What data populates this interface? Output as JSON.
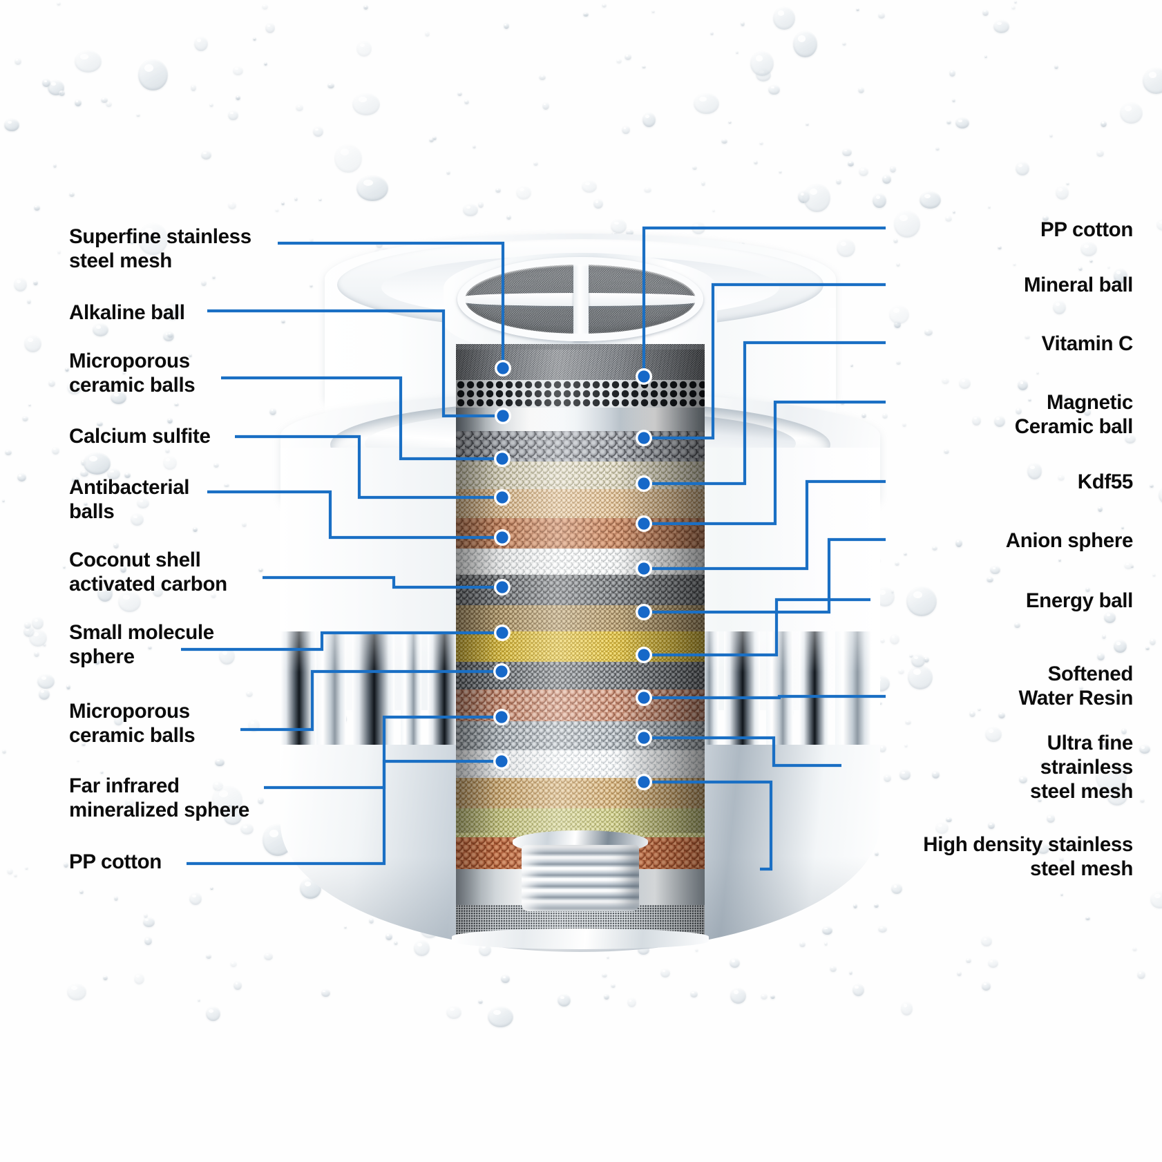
{
  "title": "Multi-stage shower filter cutaway diagram",
  "theme": {
    "leader_color": "#1a6fc4",
    "dot_color": "#1668c8",
    "text_color": "#0c0c0c",
    "background": "#ffffff"
  },
  "labels_left": [
    {
      "id": "superfine-stainless-steel-mesh",
      "text": "Superfine stainless\nsteel mesh"
    },
    {
      "id": "alkaline-ball",
      "text": "Alkaline ball"
    },
    {
      "id": "microporous-ceramic-balls-upper",
      "text": "Microporous\nceramic balls"
    },
    {
      "id": "calcium-sulfite",
      "text": "Calcium sulfite"
    },
    {
      "id": "antibacterial-balls",
      "text": "Antibacterial\nballs"
    },
    {
      "id": "coconut-shell-activated-carbon",
      "text": "Coconut shell\nactivated carbon"
    },
    {
      "id": "small-molecule-sphere",
      "text": "Small molecule\nsphere"
    },
    {
      "id": "microporous-ceramic-balls-lower",
      "text": "Microporous\nceramic balls"
    },
    {
      "id": "far-infrared-mineralized-sphere",
      "text": "Far infrared\nmineralized sphere"
    },
    {
      "id": "pp-cotton-bottom",
      "text": "PP cotton"
    }
  ],
  "labels_right": [
    {
      "id": "pp-cotton-top",
      "text": "PP cotton"
    },
    {
      "id": "mineral-ball",
      "text": "Mineral ball"
    },
    {
      "id": "vitamin-c",
      "text": "Vitamin C"
    },
    {
      "id": "magnetic-ceramic-ball",
      "text": "Magnetic\nCeramic ball"
    },
    {
      "id": "kdf55",
      "text": "Kdf55"
    },
    {
      "id": "anion-sphere",
      "text": "Anion sphere"
    },
    {
      "id": "energy-ball",
      "text": "Energy ball"
    },
    {
      "id": "softened-water-resin",
      "text": "Softened\nWater Resin"
    },
    {
      "id": "ultra-fine-strainless-steel-mesh",
      "text": "Ultra fine\nstrainless\nsteel mesh"
    },
    {
      "id": "high-density-stainless-steel-mesh",
      "text": "High density stainless\nsteel mesh"
    }
  ],
  "filter_layers": [
    {
      "name": "pp-cotton-felt",
      "kind": "felt",
      "h": 52
    },
    {
      "name": "superfine-mesh",
      "kind": "meshPerf",
      "h": 40
    },
    {
      "name": "steel-band-upper",
      "kind": "steelBand",
      "h": 34
    },
    {
      "name": "mineral-ball",
      "kind": "gran",
      "h": 44,
      "c1": "#8d9097",
      "c2": "#35383d",
      "c3": "#c3c7cc",
      "sz": 13
    },
    {
      "name": "alkaline-ball",
      "kind": "gran",
      "h": 40,
      "c1": "#cfcab0",
      "c2": "#8a8468",
      "c3": "#efeade",
      "sz": 9
    },
    {
      "name": "vitamin-c",
      "kind": "gran",
      "h": 42,
      "c1": "#d3b184",
      "c2": "#9c7a4d",
      "c3": "#f0ddc2",
      "sz": 7
    },
    {
      "name": "microporous-ceramic-upper",
      "kind": "gran",
      "h": 44,
      "c1": "#b97a57",
      "c2": "#7d4a2e",
      "c3": "#e0a885",
      "sz": 11
    },
    {
      "name": "magnetic-ceramic-ball",
      "kind": "gran",
      "h": 38,
      "c1": "#e4e6e6",
      "c2": "#a9adb0",
      "c3": "#ffffff",
      "sz": 10
    },
    {
      "name": "calcium-sulfite",
      "kind": "gran",
      "h": 44,
      "c1": "#6f7174",
      "c2": "#2d3033",
      "c3": "#a7abae",
      "sz": 9
    },
    {
      "name": "kdf55",
      "kind": "gran",
      "h": 38,
      "c1": "#a78d63",
      "c2": "#6d5a39",
      "c3": "#d6c39a",
      "sz": 7
    },
    {
      "name": "antibacterial-balls",
      "kind": "gran",
      "h": 44,
      "c1": "#d4b234",
      "c2": "#8f7514",
      "c3": "#f2dd7a",
      "sz": 6
    },
    {
      "name": "anion-sphere",
      "kind": "gran",
      "h": 40,
      "c1": "#6a6e72",
      "c2": "#2a2d30",
      "c3": "#b0b4b8",
      "sz": 8
    },
    {
      "name": "coconut-shell-carbon",
      "kind": "gran",
      "h": 46,
      "c1": "#c08268",
      "c2": "#7d4733",
      "c3": "#e6c0ad",
      "sz": 11
    },
    {
      "name": "energy-ball",
      "kind": "gran",
      "h": 42,
      "c1": "#9ea5ab",
      "c2": "#5f666c",
      "c3": "#d9dee2",
      "sz": 10
    },
    {
      "name": "small-molecule-sphere",
      "kind": "gran",
      "h": 40,
      "c1": "#e7eaec",
      "c2": "#b2b8bd",
      "c3": "#ffffff",
      "sz": 10
    },
    {
      "name": "softened-water-resin",
      "kind": "gran",
      "h": 44,
      "c1": "#c9a36b",
      "c2": "#8d6a37",
      "c3": "#e8d2ab",
      "sz": 8
    },
    {
      "name": "microporous-ceramic-lower",
      "kind": "gran",
      "h": 42,
      "c1": "#c2c178",
      "c2": "#868548",
      "c3": "#e3e2b2",
      "sz": 7
    },
    {
      "name": "far-infrared-sphere",
      "kind": "gran",
      "h": 46,
      "c1": "#b4603a",
      "c2": "#7a3819",
      "c3": "#de9971",
      "sz": 11
    },
    {
      "name": "steel-band-lower",
      "kind": "steelBand2",
      "h": 52
    },
    {
      "name": "ultra-fine-mesh",
      "kind": "meshDense",
      "h": 44
    }
  ]
}
